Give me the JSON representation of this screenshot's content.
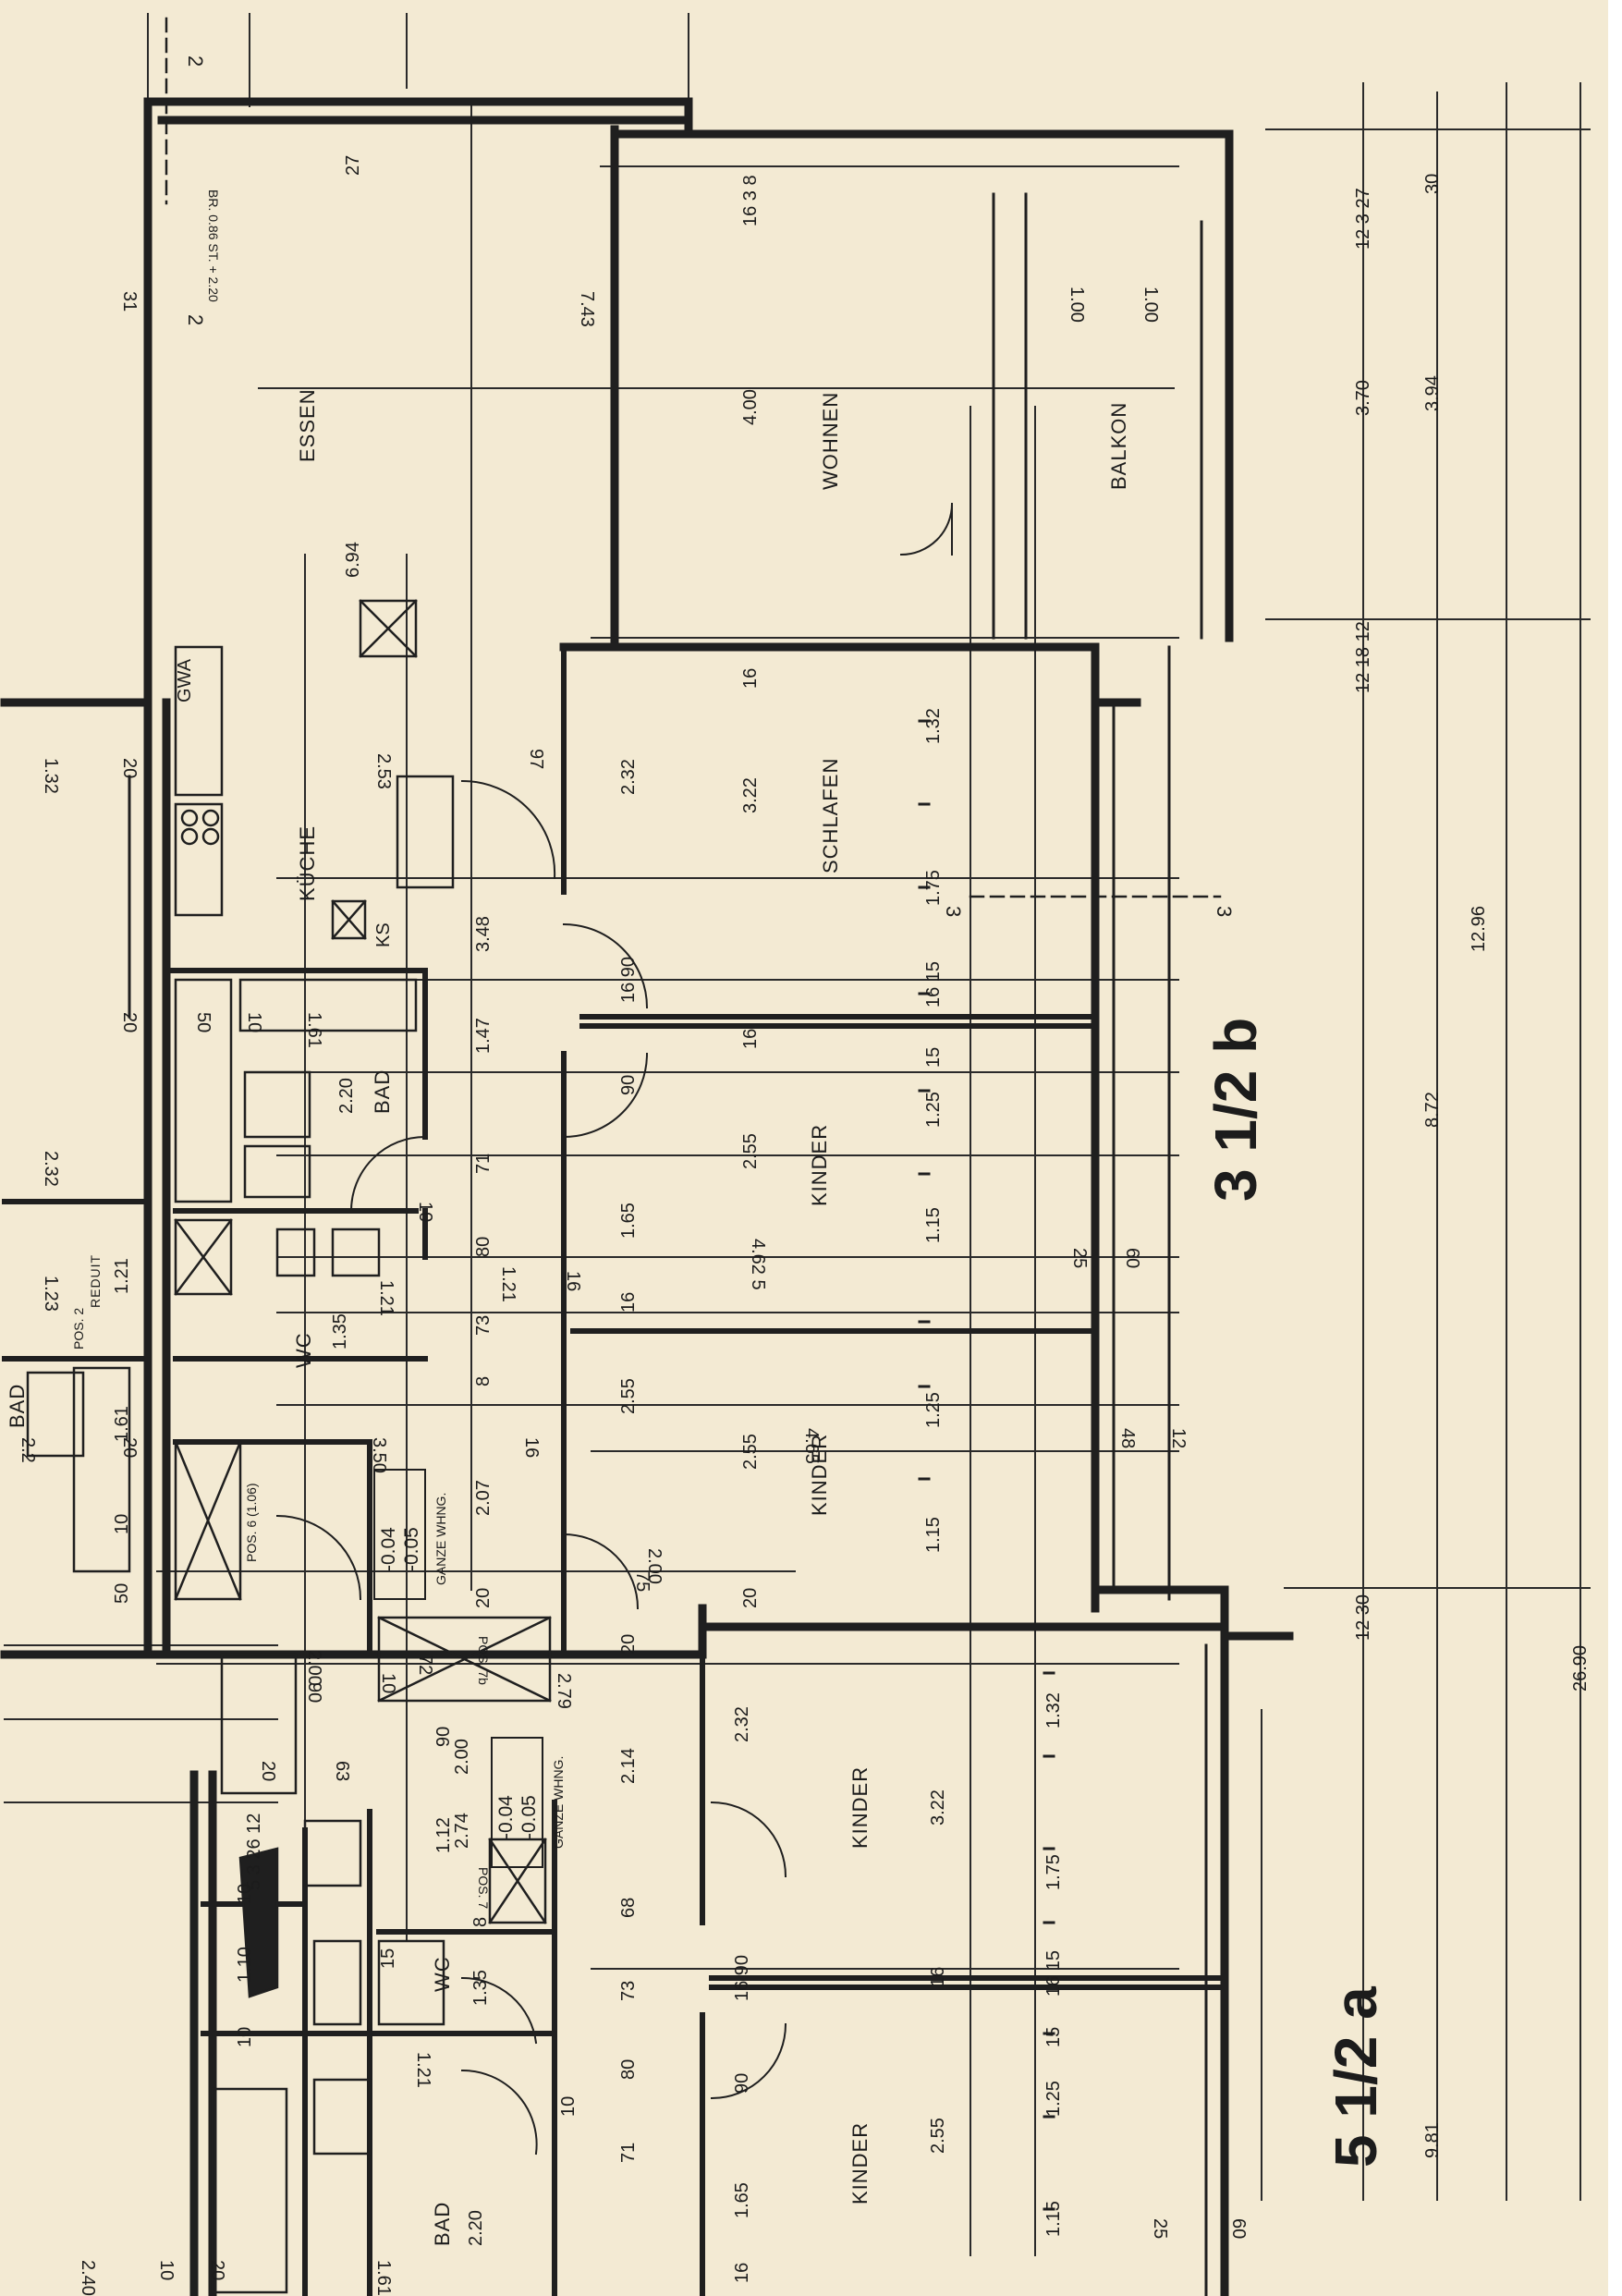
{
  "units": {
    "unit_b": "3 1/2 b",
    "unit_a": "5 1/2 a"
  },
  "rooms": {
    "essen": "ESSEN",
    "wohnen": "WOHNEN",
    "balkon": "BALKON",
    "kuche": "KÜCHE",
    "schlafen": "SCHLAFEN",
    "bad_b": "BAD",
    "wc_b": "WC",
    "kinder_b1": "KINDER",
    "kinder_b2": "KINDER",
    "reduit": "REDUIT",
    "bad_left": "BAD",
    "kinder_a1": "KINDER",
    "kinder_a2": "KINDER",
    "wc_a": "WC",
    "bad_a": "BAD"
  },
  "labels": {
    "section_2_top": "2",
    "section_2_mid": "2",
    "section_3_left": "3",
    "section_3_right": "3",
    "gwa": "GWA",
    "ks": "KS",
    "pos2": "POS. 2",
    "pos6": "POS. 6  (1.06)",
    "pos7b": "POS. 7b",
    "pos7": "POS. 7",
    "window_note": "BR. 0.86  ST. + 2.20",
    "level_b_1": "-0.04",
    "level_b_2": "-0.05",
    "level_b_note": "GANZE WHNG.",
    "level_a_1": "-0.04",
    "level_a_2": "-0.05",
    "level_a_note": "GANZE WHNG."
  },
  "dimensions": {
    "d_2690": "26.90",
    "d_1296": "12.96",
    "d_872": "8.72",
    "d_981": "9.81",
    "d_394": "3.94",
    "d_370": "3.70",
    "d_30_top": "30",
    "d_12327": "12 3 27",
    "d_121812": "12 18 12",
    "d_12_30": "12  30",
    "d_743": "7.43",
    "d_694": "6.94",
    "d_31": "31",
    "d_27": "27",
    "d_16_3_8": "16 3 8",
    "d_400": "4.00",
    "d_100_a": "1.00",
    "d_100_b": "1.00",
    "d_16_wohnen": "16",
    "d_232_schlafen": "2.32",
    "d_322_schlafen": "3.22",
    "d_132_schlafen": "1.32",
    "d_175_schlafen": "1.75",
    "d_1615": "16 15",
    "d_90_a": "16  90",
    "d_90_b": "90",
    "d_16_kinder": "16",
    "d_255_kinder": "2.55",
    "d_125": "1.25",
    "d_15": "15",
    "d_165": "1.65",
    "d_115": "1.15",
    "d_16_bot": "16",
    "d_4625": "4.62 5",
    "d_25_a": "25",
    "d_60_a": "60",
    "d_253": "2.53",
    "d_97": "97",
    "d_348": "3.48",
    "d_147": "1.47",
    "d_71": "71",
    "d_80": "80",
    "d_73": "73",
    "d_8": "8",
    "d_121": "1.21",
    "d_16_b": "16",
    "d_10": "10",
    "d_220": "2.20",
    "d_161": "1.61",
    "d_50": "50",
    "d_10b": "10",
    "d_20_a": "20",
    "d_20_b": "20",
    "d_132_left": "1.32",
    "d_232_left": "2.32",
    "d_123": "1.23",
    "d_121_reduit": "1.21",
    "d_135": "1.35",
    "d_121_wc": "1.21",
    "d_161_left": "1.61",
    "d_22_left": "2.2",
    "d_10_left": "10",
    "d_50_left": "50",
    "d_20_left": "20",
    "d_350": "3.50",
    "d_207": "2.07",
    "d_255_b": "2.55",
    "d_255_c": "2.55",
    "d_465": "4.65",
    "d_125_b": "1.25",
    "d_115_b": "1.15",
    "d_48": "48",
    "d_12": "12",
    "d_200_a": "2.00",
    "d_75": "75",
    "d_200_b": "2.00",
    "d_90_c": "90",
    "d_20_mid": "20",
    "d_20_bot": "20",
    "d_20_rt": "20",
    "d_214": "2.14",
    "d_232_a": "2.32",
    "d_322_a": "3.22",
    "d_132_a": "1.32",
    "d_175_a": "1.75",
    "d_1615_a": "16 15",
    "d_90_a2": "16  90",
    "d_16_a": "16",
    "d_90_a3": "90",
    "d_255_a": "2.55",
    "d_125_a": "1.25",
    "d_15_a": "15",
    "d_165_a": "1.65",
    "d_115_a": "1.15",
    "d_16_a_bot": "16",
    "d_25_b": "25",
    "d_60_b": "60",
    "d_90_d": "90",
    "d_200_c": "2.00",
    "d_274": "2.74",
    "d_112": "1.12",
    "d_63": "63",
    "d_20_c": "20",
    "d_5_3_26_12": "5 3 26 12",
    "d_68": "68",
    "d_73_b": "73",
    "d_80_b": "80",
    "d_71_b": "71",
    "d_135_b": "1.35",
    "d_121_b": "1.21",
    "d_110": "1.10",
    "d_10_c": "10",
    "d_10_d": "10",
    "d_8_b": "8",
    "d_15_b": "15",
    "d_10_e": "10",
    "d_220_b": "2.20",
    "d_161_b": "1.61",
    "d_240": "2.40",
    "d_10_f": "10",
    "d_20_d": "20",
    "d_279": "2.79",
    "d_10_g": "10",
    "d_72": "72"
  }
}
